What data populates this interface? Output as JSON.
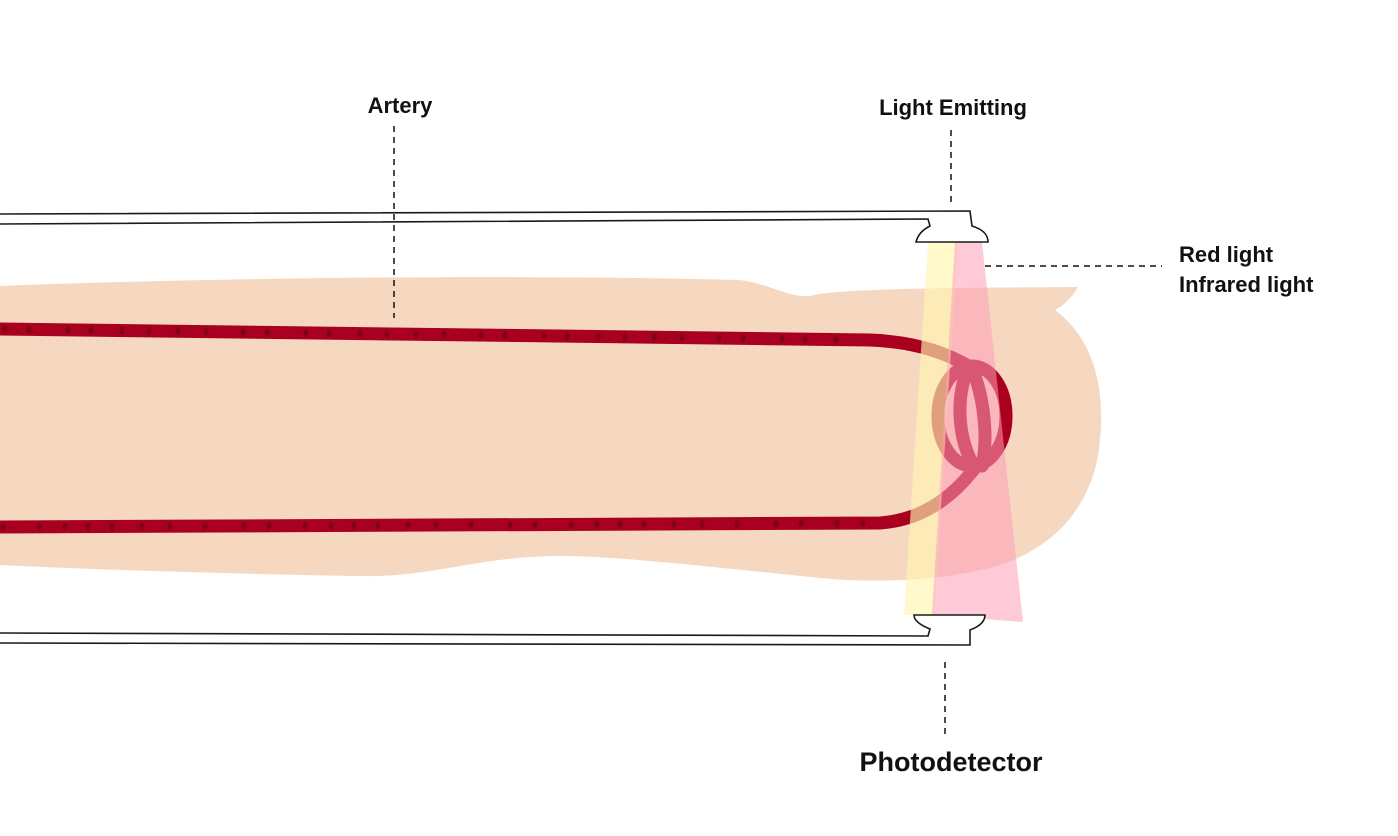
{
  "labels": {
    "artery": "Artery",
    "light_emitting": "Light Emitting",
    "red_light": "Red light",
    "infrared_light": "Infrared light",
    "photodetector": "Photodetector"
  },
  "colors": {
    "skin": "#f6d8c1",
    "artery": "#a8001e",
    "artery_cell": "#7a0018",
    "red_light_beam": "#ff9fb8",
    "infrared_light_beam": "#fff6b0",
    "outline": "#1a1a1a"
  }
}
